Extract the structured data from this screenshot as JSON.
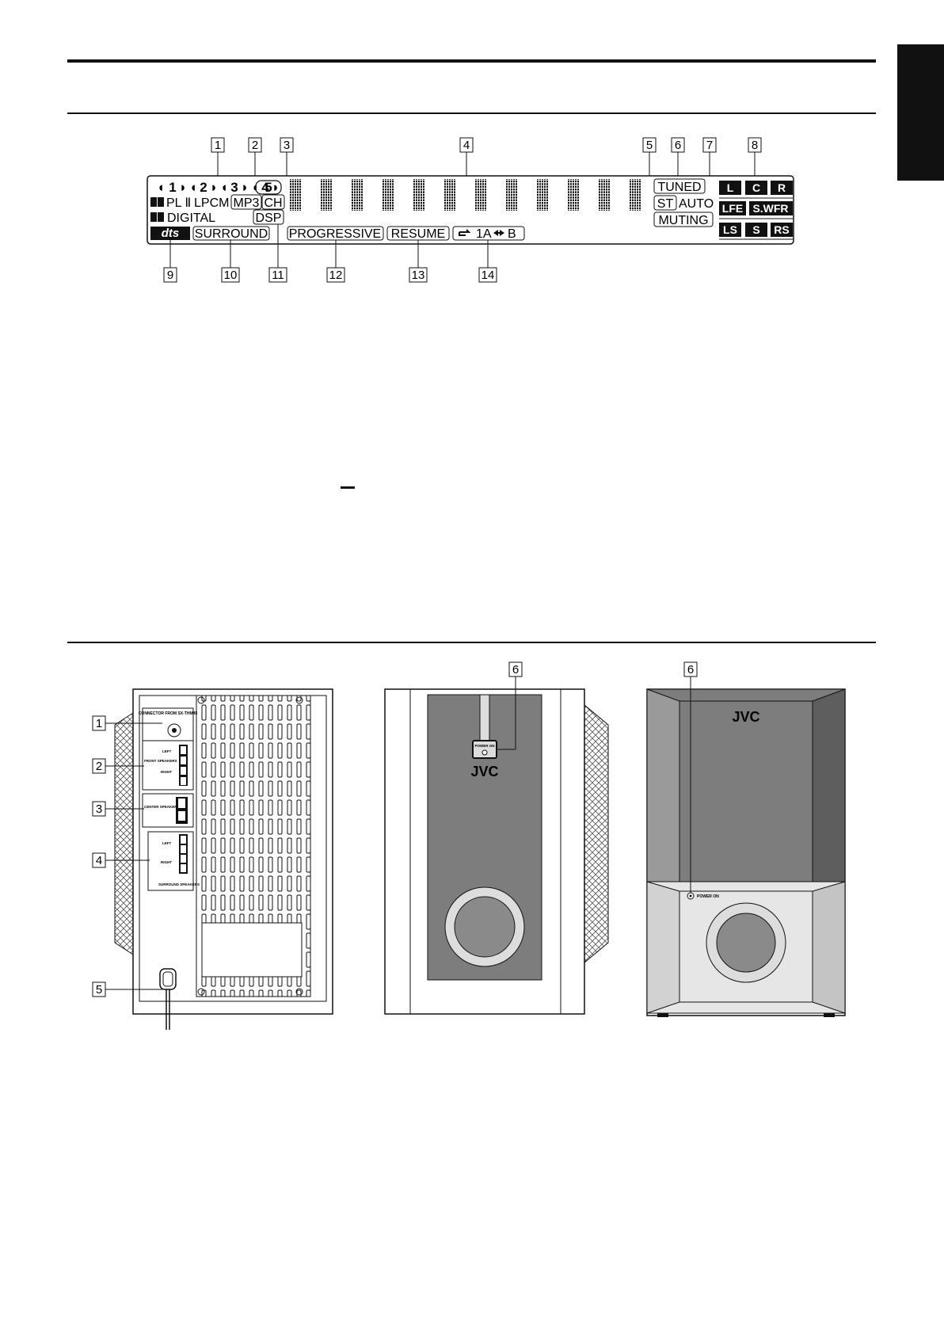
{
  "display_panel": {
    "callouts_top": [
      "1",
      "2",
      "3",
      "4",
      "5",
      "6",
      "7",
      "8"
    ],
    "callouts_bottom": [
      "9",
      "10",
      "11",
      "12",
      "13",
      "14"
    ],
    "channel_numbers": [
      "1",
      "2",
      "3",
      "4",
      "5"
    ],
    "indicators": {
      "pl2": "PL Ⅱ",
      "lpcm": "LPCM",
      "mp3": "MP3",
      "ch": "CH",
      "digital": "DIGITAL",
      "dsp": "DSP",
      "dts": "dts",
      "surround": "SURROUND",
      "progressive": "PROGRESSIVE",
      "resume": "RESUME",
      "repeat_ab": "1A",
      "repeat_ab_end": "B",
      "tuned": "TUNED",
      "st": "ST",
      "auto": "AUTO",
      "muting": "MUTING"
    },
    "speakers": [
      "L",
      "C",
      "R",
      "LFE",
      "S.WFR",
      "LS",
      "S",
      "RS"
    ]
  },
  "rear_panel": {
    "callouts": [
      "1",
      "2",
      "3",
      "4",
      "5"
    ],
    "connector_label": "CONNECTOR FROM SX-THM45",
    "front_speakers": "FRONT SPEAKERS",
    "center_speaker": "CENTER SPEAKER",
    "surround_speakers": "SURROUND SPEAKERS",
    "left": "LEFT",
    "right": "RIGHT"
  },
  "side_view": {
    "callout": "6",
    "led_label": "POWER ON",
    "brand": "JVC"
  },
  "front_view": {
    "callout": "6",
    "led_label": "POWER ON",
    "brand": "JVC"
  },
  "colors": {
    "ink": "#111111",
    "panel_gray": "#7d7d7d",
    "light_gray": "#cfcfcf"
  }
}
